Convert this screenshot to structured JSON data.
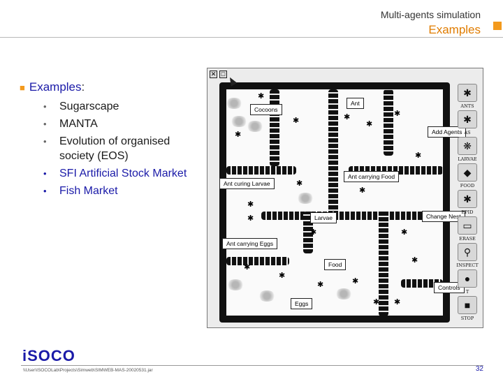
{
  "header": {
    "title": "Multi-agents simulation",
    "subtitle": "Examples",
    "accent_color": "#e07c00"
  },
  "section": {
    "heading": "Examples",
    "colon": ":"
  },
  "list": [
    "Sugarscape",
    "MANTA",
    "Evolution of organised society (EOS)",
    "SFI Artificial Stock Market",
    "Fish Market"
  ],
  "simulation": {
    "labels": {
      "cocoons": "Cocoons",
      "ant": "Ant",
      "add_agents": "Add Agents",
      "ant_carrying_food": "Ant carrying Food",
      "ant_curing_larvae": "Ant curing Larvae",
      "larvae": "Larvae",
      "change_nest": "Change Nest",
      "ant_carrying_eggs": "Ant carrying Eggs",
      "food": "Food",
      "controls": "Controls",
      "eggs": "Eggs"
    },
    "tools": [
      "ANTS",
      "AS",
      "LARVAE",
      "FOOD",
      "EPID",
      "ERASE",
      "INSPECT",
      "T",
      "STOP"
    ]
  },
  "footer": {
    "logo": "iSOCO",
    "path": "\\\\User\\ISOCOLab\\Projects\\Simweb\\SIMWEB-MAS-20020531.jar",
    "page": "32"
  }
}
